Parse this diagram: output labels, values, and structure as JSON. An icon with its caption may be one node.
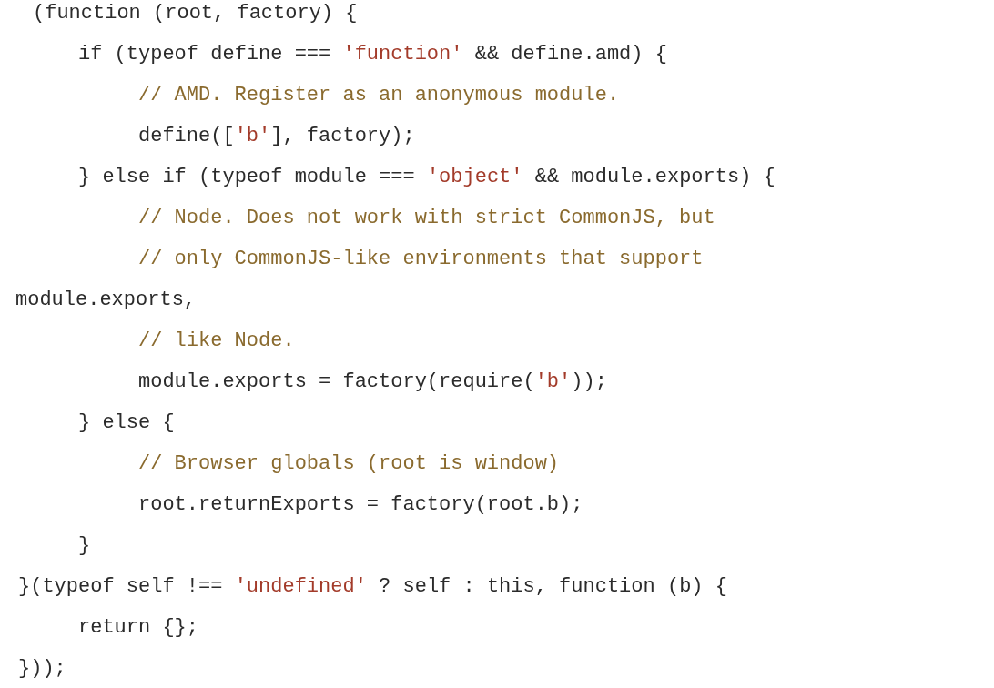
{
  "diagram": {
    "labels": [
      "(function (root, factory) {",
      "if (typeof define === 'function' && define.amd) {",
      "// AMD. Register as an anonymous module.",
      "define(['b'], factory);",
      "} else if (typeof module === 'object' && module.exports) {",
      "// Node. Does not work with strict CommonJS, but",
      "// only CommonJS-like environments that support",
      "module.exports,",
      "// like Node.",
      "module.exports = factory(require('b'));",
      "} else {",
      "// Browser globals (root is window)",
      "root.returnExports = factory(root.b);",
      "}",
      "}(typeof self !== 'undefined' ? self : this, function (b) {",
      "return {};",
      "}));"
    ]
  }
}
